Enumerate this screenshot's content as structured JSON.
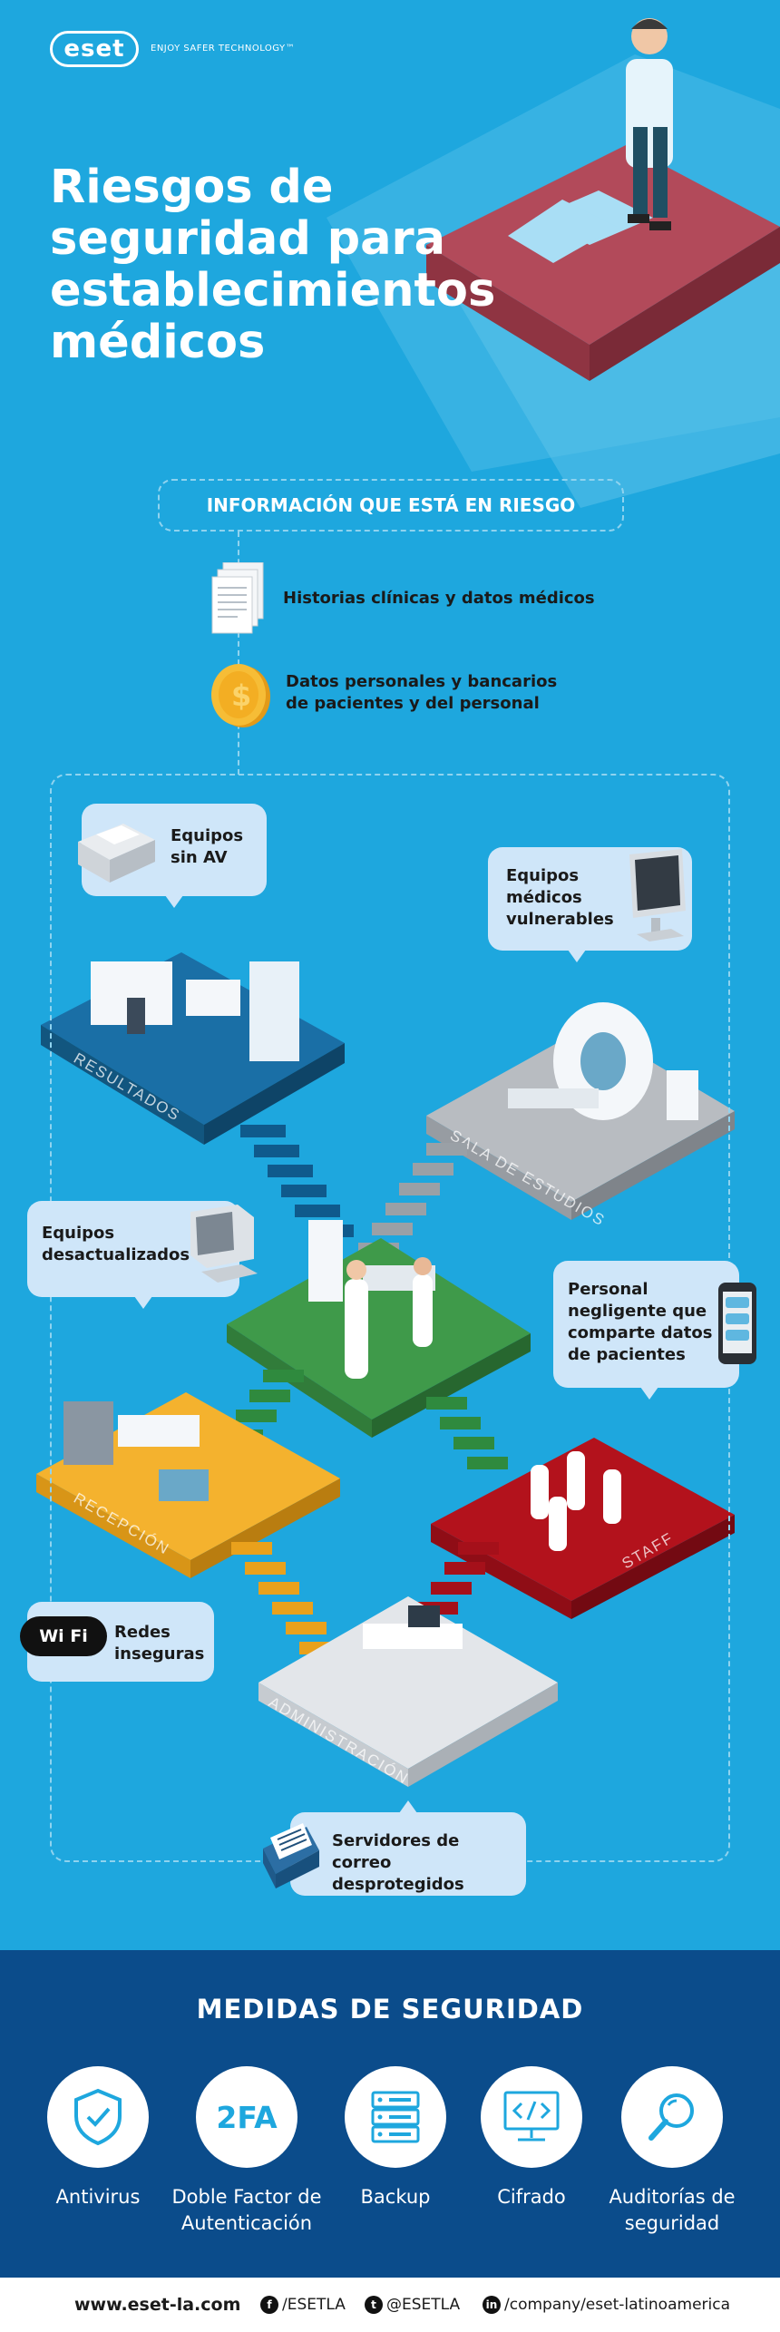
{
  "brand": {
    "logo": "eset",
    "tagline": "ENJOY SAFER TECHNOLOGY™"
  },
  "title": "Riesgos de seguridad para establecimientos médicos",
  "info": {
    "heading": "INFORMACIÓN QUE ESTÁ EN RIESGO",
    "items": [
      {
        "icon": "documents-icon",
        "text": "Historias clínicas y datos médicos"
      },
      {
        "icon": "coin-icon",
        "text": "Datos personales y bancarios de pacientes y del personal"
      }
    ]
  },
  "rooms": {
    "resultados": "RESULTADOS",
    "sala_estudios": "SALA DE ESTUDIOS",
    "recepcion": "RECEPCIÓN",
    "staff": "STAFF",
    "administracion": "ADMINISTRACIÓN"
  },
  "risks": {
    "equipos_sin_av": "Equipos sin AV",
    "equipos_medicos": "Equipos médicos vulnerables",
    "equipos_desactualizados": "Equipos desactualizados",
    "personal": "Personal negligente que comparte datos de pacientes",
    "redes": "Redes inseguras",
    "wifi_badge": "Wi Fi",
    "servidores": "Servidores de correo desprotegidos"
  },
  "measures": {
    "title": "MEDIDAS DE SEGURIDAD",
    "items": [
      {
        "icon": "shield-check-icon",
        "label": "Antivirus"
      },
      {
        "icon": "2fa-icon",
        "icon_text": "2FA",
        "label": "Doble Factor de Autenticación"
      },
      {
        "icon": "server-icon",
        "label": "Backup"
      },
      {
        "icon": "monitor-code-icon",
        "label": "Cifrado"
      },
      {
        "icon": "magnifier-icon",
        "label": "Auditorías de seguridad"
      }
    ]
  },
  "footer": {
    "website": "www.eset-la.com",
    "facebook": "/ESETLA",
    "twitter": "@ESETLA",
    "linkedin": "/company/eset-latinoamerica"
  },
  "colors": {
    "background": "#1ea7de",
    "measures_bg": "#0b4c8b",
    "bubble": "#cfe6f9",
    "resultados": "#1a6fa6",
    "estudios": "#b8bcc1",
    "green": "#3f9a4a",
    "recepcion": "#f4b22e",
    "staff": "#b3121c",
    "administracion": "#e3e6ea"
  }
}
